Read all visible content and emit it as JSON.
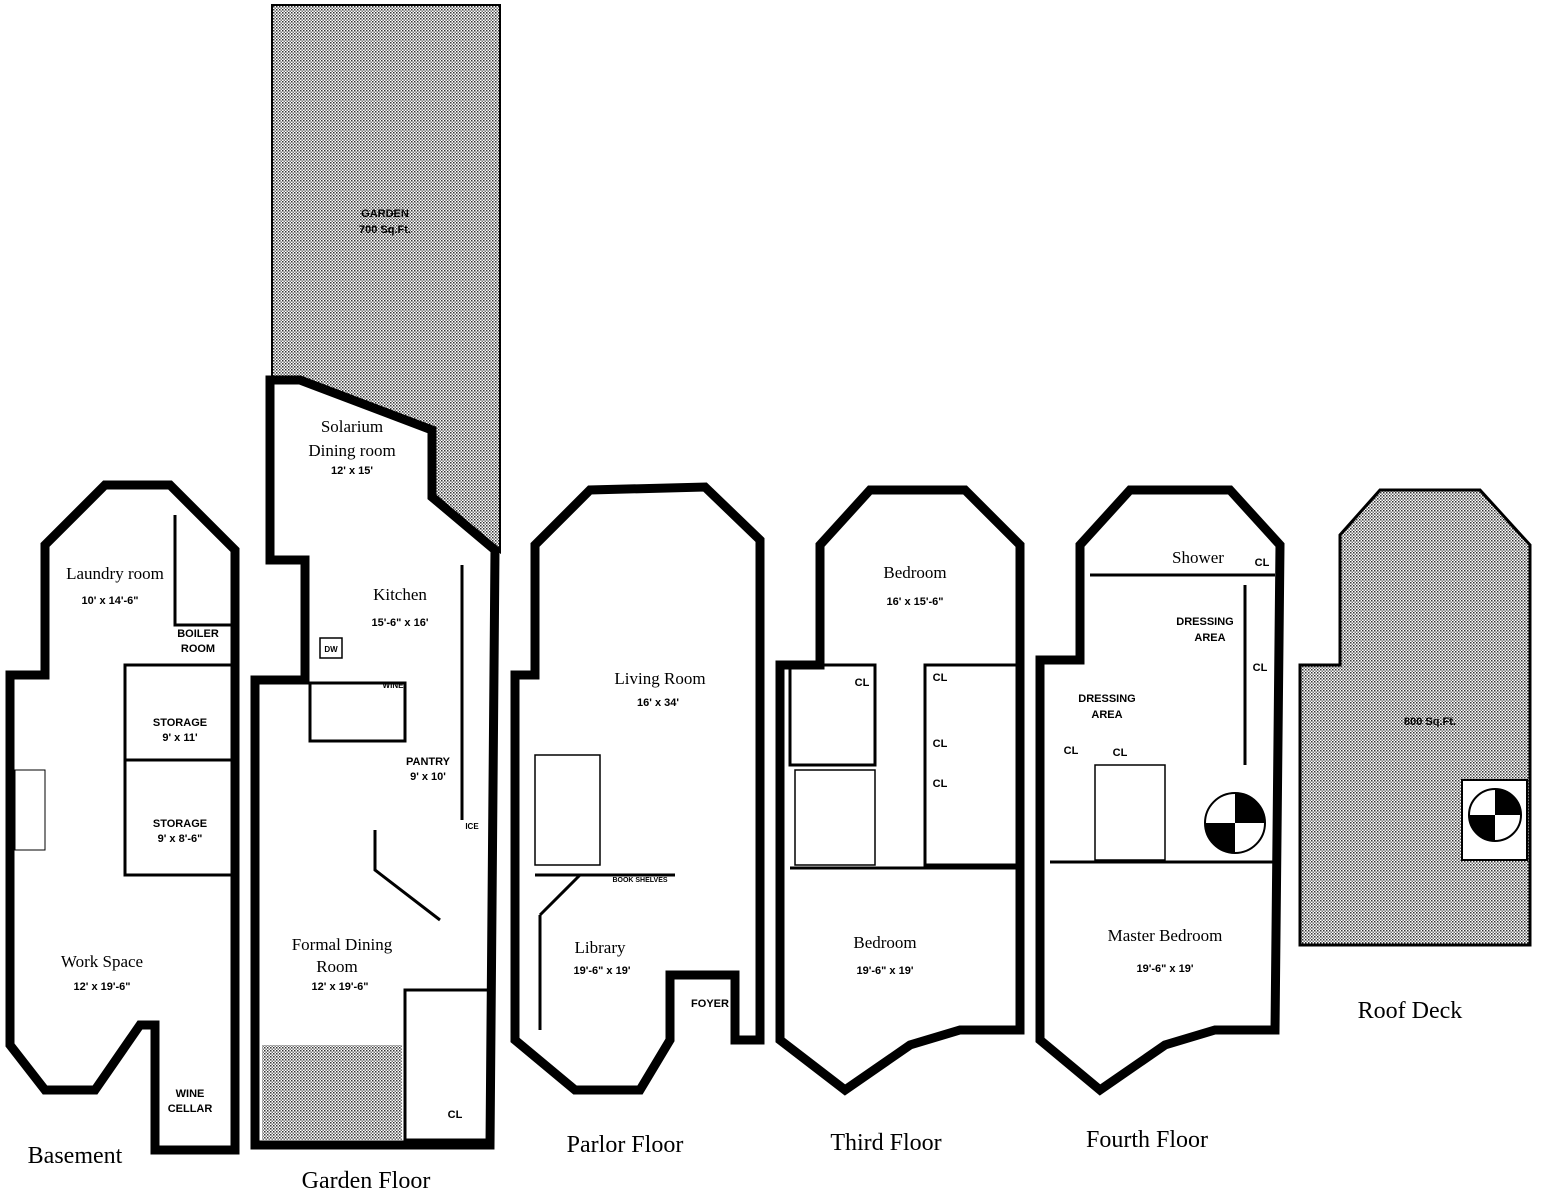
{
  "floors": {
    "basement": {
      "label": "Basement",
      "laundry": {
        "name": "Laundry room",
        "dims": "10' x 14'-6\""
      },
      "boiler": {
        "line1": "BOILER",
        "line2": "ROOM"
      },
      "storage1": {
        "name": "STORAGE",
        "dims": "9' x 11'"
      },
      "storage2": {
        "name": "STORAGE",
        "dims": "9' x 8'-6\""
      },
      "work": {
        "name": "Work Space",
        "dims": "12' x 19'-6\""
      },
      "wine": {
        "line1": "WINE",
        "line2": "CELLAR"
      }
    },
    "garden": {
      "label": "Garden Floor",
      "garden": {
        "name": "GARDEN",
        "area": "700 Sq.Ft."
      },
      "solarium": {
        "line1": "Solarium",
        "line2": "Dining room",
        "dims": "12' x 15'"
      },
      "kitchen": {
        "name": "Kitchen",
        "dims": "15'-6\" x 16'"
      },
      "dw": "DW",
      "wine": "WINE",
      "pantry": {
        "name": "PANTRY",
        "dims": "9' x 10'"
      },
      "ice": "ICE",
      "dining": {
        "line1": "Formal Dining",
        "line2": "Room",
        "dims": "12' x 19'-6\""
      },
      "cl": "CL"
    },
    "parlor": {
      "label": "Parlor Floor",
      "living": {
        "name": "Living Room",
        "dims": "16' x 34'"
      },
      "bookshelf": "BOOK SHELVES",
      "library": {
        "name": "Library",
        "dims": "19'-6\" x 19'"
      },
      "foyer": "FOYER"
    },
    "third": {
      "label": "Third Floor",
      "bedroom1": {
        "name": "Bedroom",
        "dims": "16' x 15'-6\""
      },
      "bedroom2": {
        "name": "Bedroom",
        "dims": "19'-6\" x 19'"
      },
      "cl": "CL"
    },
    "fourth": {
      "label": "Fourth Floor",
      "shower": "Shower",
      "dressing1": {
        "line1": "DRESSING",
        "line2": "AREA"
      },
      "dressing2": {
        "line1": "DRESSING",
        "line2": "AREA"
      },
      "master": {
        "name": "Master Bedroom",
        "dims": "19'-6\" x 19'"
      },
      "cl": "CL"
    },
    "roof": {
      "label": "Roof Deck",
      "area": "800 Sq.Ft."
    }
  }
}
